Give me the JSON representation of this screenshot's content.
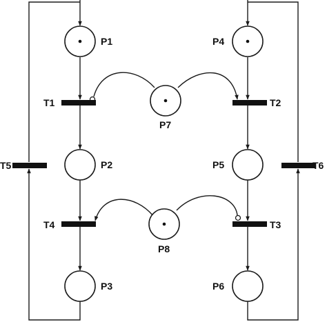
{
  "diagram": {
    "places": [
      {
        "id": "P1",
        "label": "P1",
        "tokens": 1
      },
      {
        "id": "P2",
        "label": "P2",
        "tokens": 0
      },
      {
        "id": "P3",
        "label": "P3",
        "tokens": 0
      },
      {
        "id": "P4",
        "label": "P4",
        "tokens": 1
      },
      {
        "id": "P5",
        "label": "P5",
        "tokens": 0
      },
      {
        "id": "P6",
        "label": "P6",
        "tokens": 0
      },
      {
        "id": "P7",
        "label": "P7",
        "tokens": 1
      },
      {
        "id": "P8",
        "label": "P8",
        "tokens": 1
      }
    ],
    "transitions": [
      {
        "id": "T1",
        "label": "T1"
      },
      {
        "id": "T2",
        "label": "T2"
      },
      {
        "id": "T3",
        "label": "T3"
      },
      {
        "id": "T4",
        "label": "T4"
      },
      {
        "id": "T5",
        "label": "T5"
      },
      {
        "id": "T6",
        "label": "T6"
      }
    ],
    "arcs": [
      {
        "from": "T5",
        "to": "P1"
      },
      {
        "from": "P1",
        "to": "T1"
      },
      {
        "from": "T1",
        "to": "P2"
      },
      {
        "from": "P2",
        "to": "T4"
      },
      {
        "from": "T4",
        "to": "P3"
      },
      {
        "from": "P3",
        "to": "T5"
      },
      {
        "from": "T6",
        "to": "P4"
      },
      {
        "from": "P4",
        "to": "T2"
      },
      {
        "from": "T2",
        "to": "P5"
      },
      {
        "from": "P5",
        "to": "T3"
      },
      {
        "from": "T3",
        "to": "P6"
      },
      {
        "from": "P6",
        "to": "T6"
      },
      {
        "from": "P7",
        "to": "T1",
        "type": "inhibitor"
      },
      {
        "from": "P7",
        "to": "T2"
      },
      {
        "from": "P8",
        "to": "T4"
      },
      {
        "from": "P8",
        "to": "T3",
        "type": "inhibitor"
      }
    ]
  }
}
